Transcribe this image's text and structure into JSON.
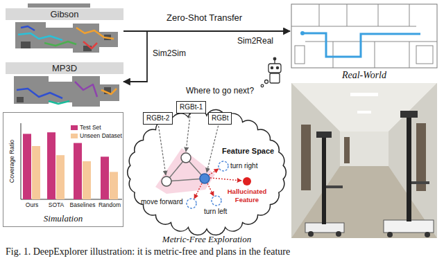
{
  "diagram": {
    "caption": "Fig. 1. DeepExplorer illustration: it is metric-free and plans in the feature",
    "nodes": [
      {
        "text": [
          "Gibson"
        ]
      },
      {
        "text": [
          "MP3D"
        ]
      },
      {
        "text": [
          "Simulation"
        ]
      },
      {
        "text": [
          "Feature Space",
          "Metric-Free Exploration"
        ]
      },
      {
        "text": [
          "RGBt-2"
        ]
      },
      {
        "text": [
          "RGBt-1"
        ]
      },
      {
        "text": [
          "RGBt"
        ]
      },
      {
        "text": [
          "Real-World"
        ]
      }
    ],
    "edges": [
      {
        "from": 0,
        "to": 7,
        "arrow": "to",
        "label": "Sim2Real"
      },
      {
        "from": 0,
        "to": 1,
        "arrow": "to",
        "label": "Sim2Sim"
      }
    ],
    "labels": [
      "Zero-Shot Transfer",
      "Where to go next?",
      "Coverage Ratio",
      "Ours",
      "SOTA",
      "Baselines",
      "Random",
      "turn right",
      "turn left",
      "move forward",
      "Hallucinated Feature"
    ],
    "legend": [
      {
        "text": "Test Set",
        "color": "#c8367a"
      },
      {
        "text": "Unseen Dataset",
        "color": "#f6c99a"
      }
    ]
  }
}
